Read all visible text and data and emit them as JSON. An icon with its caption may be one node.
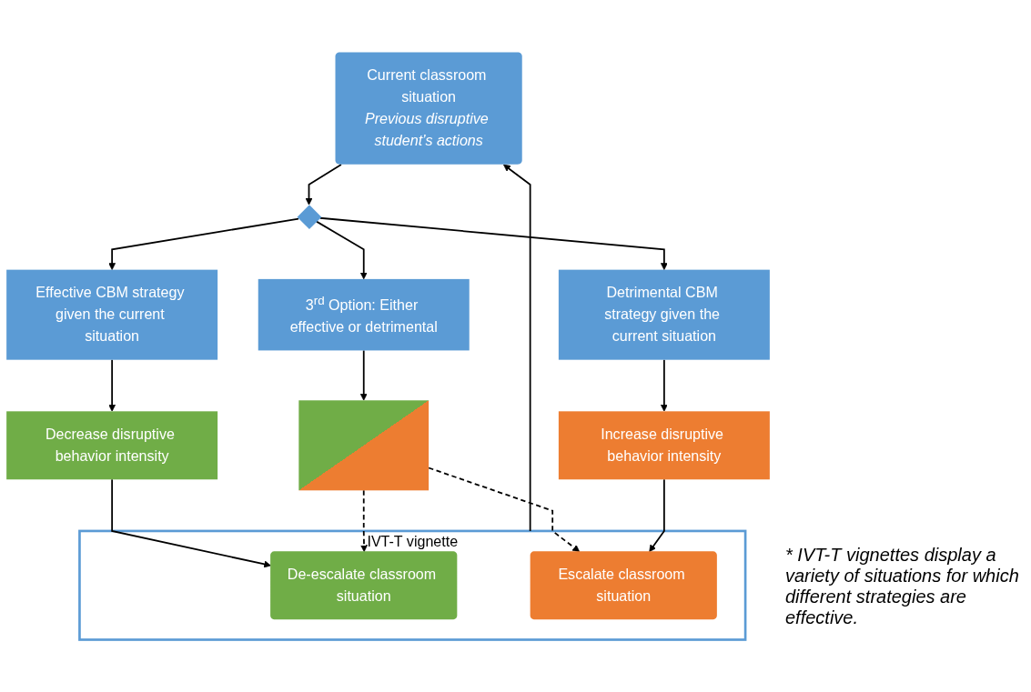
{
  "diagram": {
    "nodes": [
      {
        "text": [
          "Current classroom situation",
          "Previous disruptive student’s actions"
        ]
      },
      {
        "text": [],
        "shape": "diamond"
      },
      {
        "text": [
          "Effective CBM strategy given the current situation"
        ]
      },
      {
        "text": [
          "3$^{rd}$ Option: Either effective or detrimental"
        ]
      },
      {
        "text": [
          "Detrimental CBM strategy given the current situation"
        ]
      },
      {
        "text": [
          "Decrease disruptive behavior intensity"
        ]
      },
      {
        "text": [],
        "shape": "box"
      },
      {
        "text": [
          "Increase disruptive behavior intensity"
        ]
      },
      {
        "text": [
          "IVT-T vignette"
        ]
      },
      {
        "text": [
          "De-escalate classroom situation"
        ],
        "in": 8
      },
      {
        "text": [
          "Escalate classroom situation"
        ],
        "in": 8
      }
    ],
    "edges": [
      {
        "from": 0,
        "to": 1,
        "arrow": "to"
      },
      {
        "from": 1,
        "to": 2,
        "arrow": "to"
      },
      {
        "from": 1,
        "to": 3,
        "arrow": "to"
      },
      {
        "from": 1,
        "to": 4,
        "arrow": "to"
      },
      {
        "from": 2,
        "to": 5,
        "arrow": "to"
      },
      {
        "from": 3,
        "to": 6,
        "arrow": "to"
      },
      {
        "from": 4,
        "to": 7,
        "arrow": "to"
      },
      {
        "from": 5,
        "to": 9,
        "arrow": "to"
      },
      {
        "from": 6,
        "to": 9,
        "arrow": "to",
        "style": "dashed"
      },
      {
        "from": 6,
        "to": 10,
        "arrow": "to",
        "style": "dashed"
      },
      {
        "from": 7,
        "to": 10,
        "arrow": "to"
      },
      {
        "from": 8,
        "to": 0,
        "arrow": "to"
      }
    ],
    "labels": [
      "* IVT-T vignettes display a variety of situations for which different strategies are effective."
    ]
  }
}
